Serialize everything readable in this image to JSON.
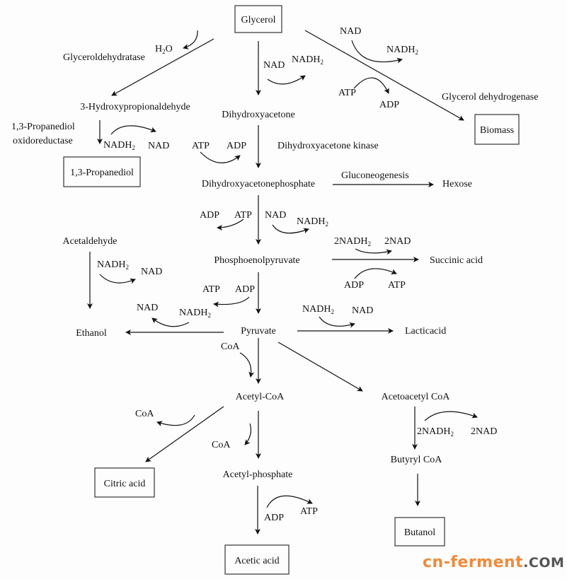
{
  "title": "Glycerol metabolic pathways",
  "nodes": {
    "glycerol": "Glycerol",
    "hpa": "3-Hydroxypropionaldehyde",
    "pdo": "1,3-Propanediol",
    "dha": "Dihydroxyacetone",
    "biomass": "Biomass",
    "dhap": "Dihydroxyacetonephosphate",
    "hexose": "Hexose",
    "pep": "Phosphoenolpyruvate",
    "succinic": "Succinic acid",
    "acetaldehyde": "Acetaldehyde",
    "ethanol": "Ethanol",
    "pyruvate": "Pyruvate",
    "lactic": "Lacticacid",
    "acetylcoa": "Acetyl-CoA",
    "acetoacetylcoa": "Acetoacetyl CoA",
    "butyrylcoa": "Butyryl CoA",
    "butanol": "Butanol",
    "citric": "Citric acid",
    "acetylphosphate": "Acetyl-phosphate",
    "acetic": "Acetic acid"
  },
  "enzymes": {
    "glyceroldehydratase": "Glyceroldehydratase",
    "pdo_oxidoreductase_1": "1,3-Propanediol",
    "pdo_oxidoreductase_2": "oxidoreductase",
    "glycerol_dehydrogenase": "Glycerol dehydrogenase",
    "dha_kinase": "Dihydroxyacetone kinase",
    "gluconeogenesis": "Gluconeogenesis"
  },
  "cofactors": {
    "h2o": {
      "main": "H",
      "sub": "2",
      "tail": "O"
    },
    "nadh2_pdo": {
      "main": "NADH",
      "sub": "2"
    },
    "nad_pdo": "NAD",
    "nad_dha": "NAD",
    "nadh2_dha": {
      "main": "NADH",
      "sub": "2"
    },
    "nad_biomass": "NAD",
    "nadh2_biomass": {
      "main": "NADH",
      "sub": "2"
    },
    "atp_biomass": "ATP",
    "adp_biomass": "ADP",
    "atp_dhap": "ATP",
    "adp_dhap": "ADP",
    "adp_pep": "ADP",
    "atp_pep": "ATP",
    "nad_pep": "NAD",
    "nadh2_pep": {
      "main": "NADH",
      "sub": "2"
    },
    "nadh2_succ": {
      "main": "2NADH",
      "sub": "2"
    },
    "nad_succ": "2NAD",
    "adp_succ": "ADP",
    "atp_succ": "ATP",
    "nadh2_eth": {
      "main": "NADH",
      "sub": "2"
    },
    "nad_eth": "NAD",
    "atp_pyr": "ATP",
    "adp_pyr": "ADP",
    "nad_pyr": "NAD",
    "nadh2_pyr": {
      "main": "NADH",
      "sub": "2"
    },
    "nadh2_lac": {
      "main": "NADH",
      "sub": "2"
    },
    "nad_lac": "NAD",
    "coa_pyr": "CoA",
    "coa_citric": "CoA",
    "coa_acetylp": "CoA",
    "adp_acetic": "ADP",
    "atp_acetic": "ATP",
    "nadh2_but": {
      "main": "2NADH",
      "sub": "2"
    },
    "nad_but": "2NAD"
  },
  "watermark": {
    "brand": "cn-ferment",
    "tld": ".COM"
  }
}
